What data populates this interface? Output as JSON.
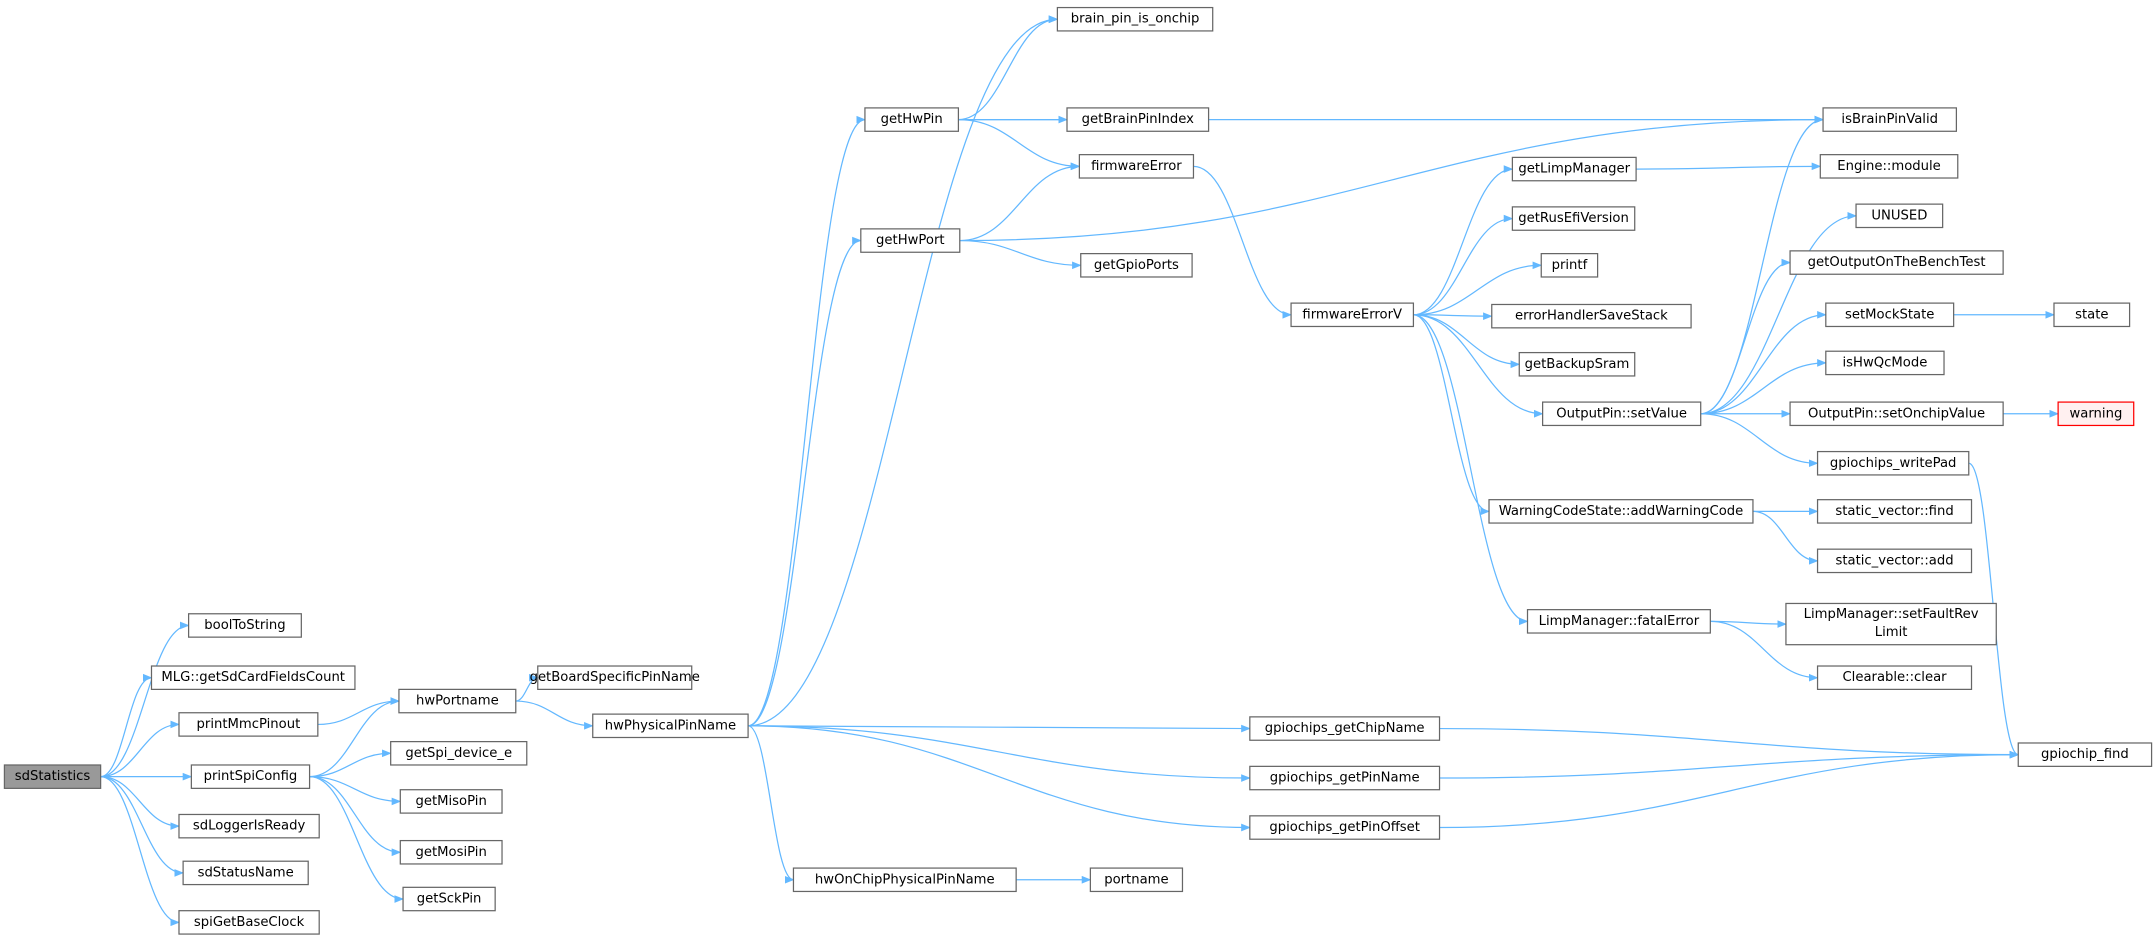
{
  "colors": {
    "edge": "#63b8ff",
    "node_border": "#666666",
    "root_fill": "#999999",
    "warning_border": "#ff0000",
    "warning_fill": "#fff0f0"
  },
  "nodes": [
    {
      "id": "sdStatistics",
      "label": "sdStatistics"
    },
    {
      "id": "boolToString",
      "label": "boolToString"
    },
    {
      "id": "mlg",
      "label": "MLG::getSdCardFieldsCount"
    },
    {
      "id": "printMmcPinout",
      "label": "printMmcPinout"
    },
    {
      "id": "printSpiConfig",
      "label": "printSpiConfig"
    },
    {
      "id": "sdLoggerIsReady",
      "label": "sdLoggerIsReady"
    },
    {
      "id": "sdStatusName",
      "label": "sdStatusName"
    },
    {
      "id": "spiGetBaseClock",
      "label": "spiGetBaseClock"
    },
    {
      "id": "hwPortname",
      "label": "hwPortname"
    },
    {
      "id": "getSpi",
      "label": "getSpi_device_e"
    },
    {
      "id": "getMisoPin",
      "label": "getMisoPin"
    },
    {
      "id": "getMosiPin",
      "label": "getMosiPin"
    },
    {
      "id": "getSckPin",
      "label": "getSckPin"
    },
    {
      "id": "getBoardSpecificPinName",
      "label": "getBoardSpecificPinName"
    },
    {
      "id": "hwPhysicalPinName",
      "label": "hwPhysicalPinName"
    },
    {
      "id": "hwOnChip",
      "label": "hwOnChipPhysicalPinName"
    },
    {
      "id": "portname",
      "label": "portname"
    },
    {
      "id": "brainOnchip",
      "label": "brain_pin_is_onchip"
    },
    {
      "id": "getHwPin",
      "label": "getHwPin"
    },
    {
      "id": "getBrainPinIndex",
      "label": "getBrainPinIndex"
    },
    {
      "id": "firmwareError",
      "label": "firmwareError"
    },
    {
      "id": "getHwPort",
      "label": "getHwPort"
    },
    {
      "id": "getGpioPorts",
      "label": "getGpioPorts"
    },
    {
      "id": "firmwareErrorV",
      "label": "firmwareErrorV"
    },
    {
      "id": "getLimpManager",
      "label": "getLimpManager"
    },
    {
      "id": "getRusEfiVersion",
      "label": "getRusEfiVersion"
    },
    {
      "id": "printf",
      "label": "printf"
    },
    {
      "id": "errorHandlerSaveStack",
      "label": "errorHandlerSaveStack"
    },
    {
      "id": "getBackupSram",
      "label": "getBackupSram"
    },
    {
      "id": "setValue",
      "label": "OutputPin::setValue"
    },
    {
      "id": "addWarningCode",
      "label": "WarningCodeState::addWarningCode"
    },
    {
      "id": "fatalError",
      "label": "LimpManager::fatalError"
    },
    {
      "id": "isBrainPinValid",
      "label": "isBrainPinValid"
    },
    {
      "id": "engineModule",
      "label": "Engine::module"
    },
    {
      "id": "unused",
      "label": "UNUSED"
    },
    {
      "id": "benchTest",
      "label": "getOutputOnTheBenchTest"
    },
    {
      "id": "setMockState",
      "label": "setMockState"
    },
    {
      "id": "isHwQcMode",
      "label": "isHwQcMode"
    },
    {
      "id": "setOnchipValue",
      "label": "OutputPin::setOnchipValue"
    },
    {
      "id": "writePad",
      "label": "gpiochips_writePad"
    },
    {
      "id": "state",
      "label": "state"
    },
    {
      "id": "warning",
      "label": "warning"
    },
    {
      "id": "svFind",
      "label": "static_vector::find"
    },
    {
      "id": "svAdd",
      "label": "static_vector::add"
    },
    {
      "id": "setFaultRevLimit",
      "label": "LimpManager::setFaultRevLimit",
      "lines": [
        "LimpManager::setFaultRev",
        "Limit"
      ]
    },
    {
      "id": "clear",
      "label": "Clearable::clear"
    },
    {
      "id": "getChipName",
      "label": "gpiochips_getChipName"
    },
    {
      "id": "getPinName",
      "label": "gpiochips_getPinName"
    },
    {
      "id": "getPinOffset",
      "label": "gpiochips_getPinOffset"
    },
    {
      "id": "gpiochipFind",
      "label": "gpiochip_find"
    }
  ],
  "edges": [
    [
      "sdStatistics",
      "boolToString"
    ],
    [
      "sdStatistics",
      "mlg"
    ],
    [
      "sdStatistics",
      "printMmcPinout"
    ],
    [
      "sdStatistics",
      "printSpiConfig"
    ],
    [
      "sdStatistics",
      "sdLoggerIsReady"
    ],
    [
      "sdStatistics",
      "sdStatusName"
    ],
    [
      "sdStatistics",
      "spiGetBaseClock"
    ],
    [
      "printMmcPinout",
      "hwPortname"
    ],
    [
      "printSpiConfig",
      "hwPortname"
    ],
    [
      "printSpiConfig",
      "getSpi"
    ],
    [
      "printSpiConfig",
      "getMisoPin"
    ],
    [
      "printSpiConfig",
      "getMosiPin"
    ],
    [
      "printSpiConfig",
      "getSckPin"
    ],
    [
      "hwPortname",
      "getBoardSpecificPinName"
    ],
    [
      "hwPortname",
      "hwPhysicalPinName"
    ],
    [
      "hwPhysicalPinName",
      "brainOnchip"
    ],
    [
      "hwPhysicalPinName",
      "getHwPin"
    ],
    [
      "hwPhysicalPinName",
      "getHwPort"
    ],
    [
      "hwPhysicalPinName",
      "hwOnChip"
    ],
    [
      "hwPhysicalPinName",
      "getChipName"
    ],
    [
      "hwPhysicalPinName",
      "getPinName"
    ],
    [
      "hwPhysicalPinName",
      "getPinOffset"
    ],
    [
      "hwOnChip",
      "portname"
    ],
    [
      "getHwPin",
      "brainOnchip"
    ],
    [
      "getHwPin",
      "isBrainPinValid"
    ],
    [
      "getHwPin",
      "getBrainPinIndex"
    ],
    [
      "getHwPin",
      "firmwareError"
    ],
    [
      "getHwPort",
      "firmwareError"
    ],
    [
      "getHwPort",
      "isBrainPinValid"
    ],
    [
      "getHwPort",
      "getGpioPorts"
    ],
    [
      "firmwareError",
      "firmwareErrorV"
    ],
    [
      "firmwareErrorV",
      "getLimpManager"
    ],
    [
      "firmwareErrorV",
      "getRusEfiVersion"
    ],
    [
      "firmwareErrorV",
      "printf"
    ],
    [
      "firmwareErrorV",
      "errorHandlerSaveStack"
    ],
    [
      "firmwareErrorV",
      "getBackupSram"
    ],
    [
      "firmwareErrorV",
      "setValue"
    ],
    [
      "firmwareErrorV",
      "addWarningCode"
    ],
    [
      "firmwareErrorV",
      "fatalError"
    ],
    [
      "getLimpManager",
      "engineModule"
    ],
    [
      "setValue",
      "isBrainPinValid"
    ],
    [
      "setValue",
      "unused"
    ],
    [
      "setValue",
      "benchTest"
    ],
    [
      "setValue",
      "setMockState"
    ],
    [
      "setValue",
      "isHwQcMode"
    ],
    [
      "setValue",
      "setOnchipValue"
    ],
    [
      "setValue",
      "writePad"
    ],
    [
      "setMockState",
      "state"
    ],
    [
      "setOnchipValue",
      "warning"
    ],
    [
      "writePad",
      "gpiochipFind"
    ],
    [
      "addWarningCode",
      "svFind"
    ],
    [
      "addWarningCode",
      "svAdd"
    ],
    [
      "fatalError",
      "setFaultRevLimit"
    ],
    [
      "fatalError",
      "clear"
    ],
    [
      "getChipName",
      "gpiochipFind"
    ],
    [
      "getPinName",
      "gpiochipFind"
    ],
    [
      "getPinOffset",
      "gpiochipFind"
    ]
  ]
}
